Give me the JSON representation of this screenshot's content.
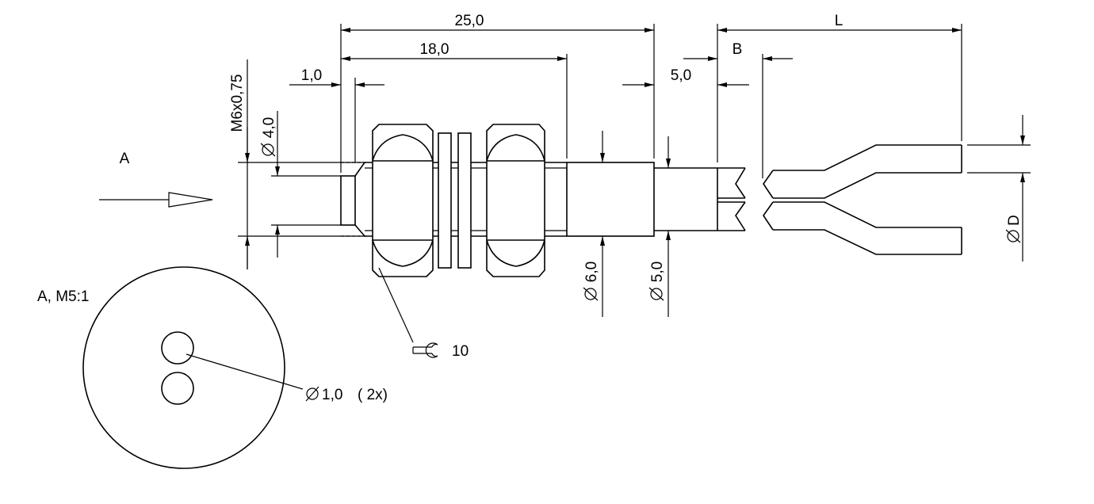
{
  "labels": {
    "len_25": "25,0",
    "len_18": "18,0",
    "len_1": "1,0",
    "len_5": "5,0",
    "b": "B",
    "l": "L",
    "thread": "M6x0,75",
    "dia_4": "4,0",
    "dia_6": "6,0",
    "dia_5": "5,0",
    "dia_d": "D",
    "view_a": "A",
    "detail": "A, M5:1",
    "wrench": "10",
    "hole_dia": "1,0",
    "hole_count": "( 2x)"
  },
  "colors": {
    "line": "#000000",
    "background": "#ffffff"
  },
  "icons": {
    "diameter": "diameter-symbol",
    "wrench": "wrench-icon",
    "arrow": "view-arrow"
  }
}
